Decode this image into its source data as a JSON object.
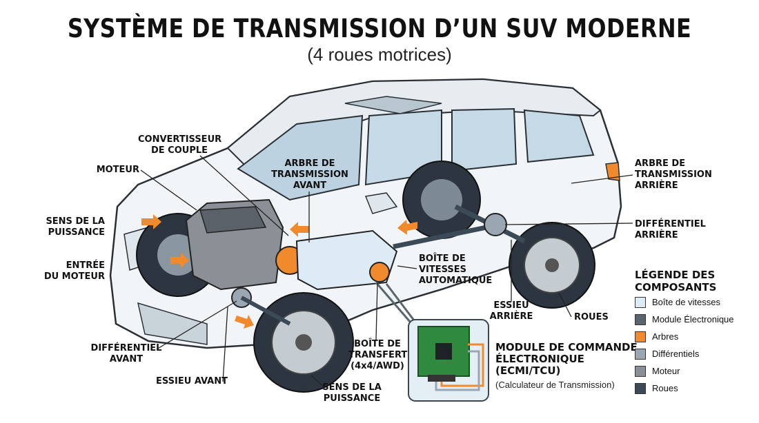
{
  "title": "SYSTÈME DE TRANSMISSION D’UN SUV MODERNE",
  "subtitle": "(4 roues motrices)",
  "labels": {
    "convertisseur": "CONVERTISSEUR\nDE COUPLE",
    "moteur": "MOTEUR",
    "arbre_avant": "ARBRE DE\nTRANSMISSION\nAVANT",
    "arbre_arriere": "ARBRE DE\nTRANSMISSION\nARRIÈRE",
    "sens_haut": "SENS DE LA\nPUISSANCE",
    "differentiel_arriere": "DIFFÉRENTIEL\nARRIÈRE",
    "entree": "ENTRÉE\nDU MOTEUR",
    "boite_vitesses": "BOÎTE DE\nVITESSES\nAUTOMATIQUE",
    "essieu_arriere": "ESSIEU\nARRIÈRE",
    "roues": "ROUES",
    "differentiel_avant": "DIFFÉRENTIEL\nAVANT",
    "boite_transfert": "BOÎTE DE\nTRANSFERT\n(4x4/AWD)",
    "essieu_avant": "ESSIEU AVANT",
    "sens_bas": "SENS DE LA\nPUISSANCE"
  },
  "module": {
    "title": "MODULE DE COMMANDE\nÉLECTRONIQUE\n(ECMI/TCU)",
    "subtitle": "(Calculateur de Transmission)"
  },
  "legend": {
    "title": "LÉGENDE DES\nCOMPOSANTS",
    "items": [
      {
        "label": "Boîte de vitesses",
        "color": "#dcebf5"
      },
      {
        "label": "Module Électronique",
        "color": "#5a6570"
      },
      {
        "label": "Arbres",
        "color": "#f08a2c"
      },
      {
        "label": "Différentiels",
        "color": "#9aa7b2"
      },
      {
        "label": "Moteur",
        "color": "#8a9096"
      },
      {
        "label": "Roues",
        "color": "#3c4a58"
      }
    ]
  }
}
